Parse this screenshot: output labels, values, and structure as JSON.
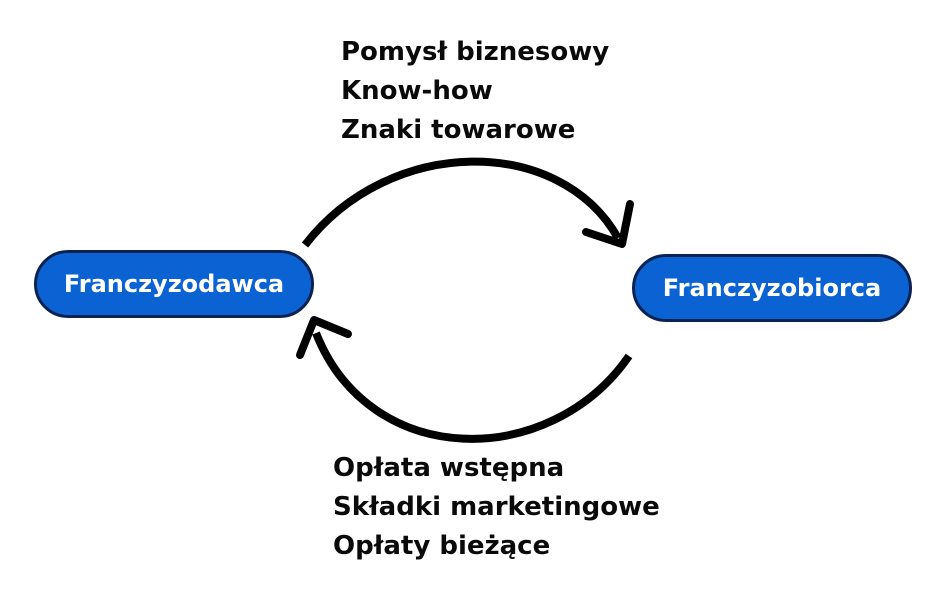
{
  "top_list": {
    "items": [
      "Pomysł biznesowy",
      "Know-how",
      "Znaki towarowe"
    ]
  },
  "bottom_list": {
    "items": [
      "Opłata wstępna",
      "Składki marketingowe",
      "Opłaty bieżące"
    ]
  },
  "nodes": {
    "left": "Franczyzodawca",
    "right": "Franczyzobiorca"
  },
  "colors": {
    "node_fill": "#0b63d3",
    "node_border": "#0b2350",
    "node_text": "#ffffff",
    "text": "#0a0a0a",
    "arrow": "#000000"
  }
}
